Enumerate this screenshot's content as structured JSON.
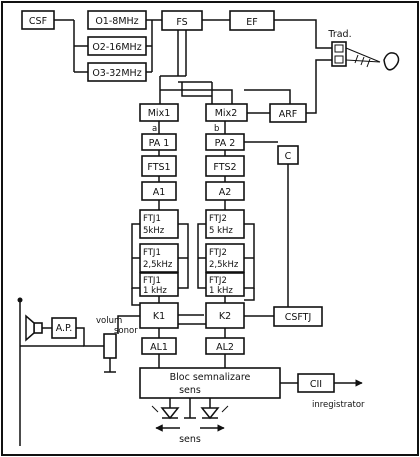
{
  "blocks": {
    "csf": "CSF",
    "o1": "O1-8MHz",
    "o2": "O2-16MHz",
    "o3": "O3-32MHz",
    "fs": "FS",
    "ef": "EF",
    "arf": "ARF",
    "mix1": "Mix1",
    "mix2": "Mix2",
    "pa1": "PA 1",
    "pa2": "PA 2",
    "c": "C",
    "fts1": "FTS1",
    "fts2": "FTS2",
    "a1": "A1",
    "a2": "A2",
    "ftj1_5_l1": "FTJ1",
    "ftj1_5_l2": "5kHz",
    "ftj2_5_l1": "FTJ2",
    "ftj2_5_l2": "5 kHz",
    "ftj1_25_l1": "FTJ1",
    "ftj1_25_l2": "2,5kHz",
    "ftj2_25_l1": "FTJ2",
    "ftj2_25_l2": "2,5kHz",
    "ftj1_1_l1": "FTJ1",
    "ftj1_1_l2": "1 kHz",
    "ftj2_1_l1": "FTJ2",
    "ftj2_1_l2": "1 kHz",
    "k1": "K1",
    "k2": "K2",
    "csftj": "CSFTJ",
    "ap": "A.P.",
    "al1": "AL1",
    "al2": "AL2",
    "bloc_l1": "Bloc semnalizare",
    "bloc_l2": "sens",
    "cii": "CII"
  },
  "labels": {
    "trad": "Trad.",
    "a": "a",
    "b": "b",
    "volum": "volum",
    "sonor": "sonor",
    "inregistrator": "inregistrator",
    "sens": "sens"
  }
}
